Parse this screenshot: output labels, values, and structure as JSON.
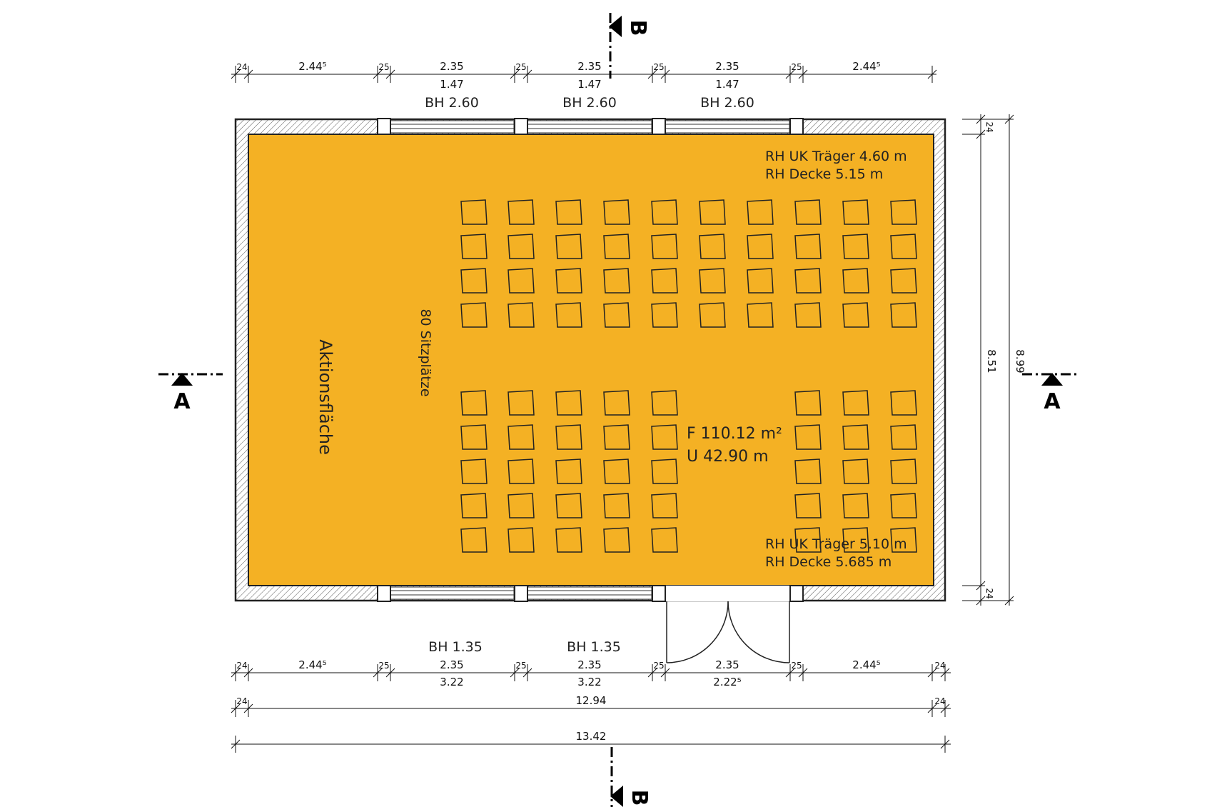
{
  "colors": {
    "floor": "#f4b124",
    "wall_outline": "#222222",
    "hatch": "#555555"
  },
  "room": {
    "label": "Aktionsfläche",
    "seats": "80 Sitzplätze",
    "area": "F  110.12  m²",
    "perimeter": "U  42.90  m",
    "heights_top": [
      "RH  UK  Träger  4.60  m",
      "RH  Decke  5.15  m"
    ],
    "heights_bottom": [
      "RH  UK  Träger  5.10  m",
      "RH  Decke  5.685  m"
    ]
  },
  "windows": {
    "top_sill": [
      "BH  2.60",
      "BH  2.60",
      "BH  2.60"
    ],
    "bottom_sill": [
      "BH  1.35",
      "BH  1.35"
    ]
  },
  "dimensions": {
    "top": [
      "24",
      "2.44⁵",
      "25",
      "2.35",
      "25",
      "2.35",
      "25",
      "2.35",
      "25",
      "2.44⁵"
    ],
    "top_openings": [
      "1.47",
      "1.47",
      "1.47"
    ],
    "bottom_chain": [
      "24",
      "2.44⁵",
      "25",
      "2.35",
      "25",
      "2.35",
      "25",
      "2.35",
      "25",
      "2.44⁵",
      "24"
    ],
    "bottom_sub": [
      "3.22",
      "3.22",
      "2.22⁵"
    ],
    "inner_length": {
      "left": "24",
      "value": "12.94",
      "right": "24"
    },
    "outer_length": "13.42",
    "right_side": {
      "top": "24",
      "inner": "8.51",
      "bottom": "24",
      "outer": "8.99"
    }
  },
  "section_marks": {
    "a": "A",
    "b": "B"
  },
  "seating": {
    "upper_block": {
      "rows": 4,
      "cols": 10
    },
    "lower_left_block": {
      "rows": 5,
      "cols": 5
    },
    "lower_right_block": {
      "rows": 5,
      "cols": 3
    }
  }
}
